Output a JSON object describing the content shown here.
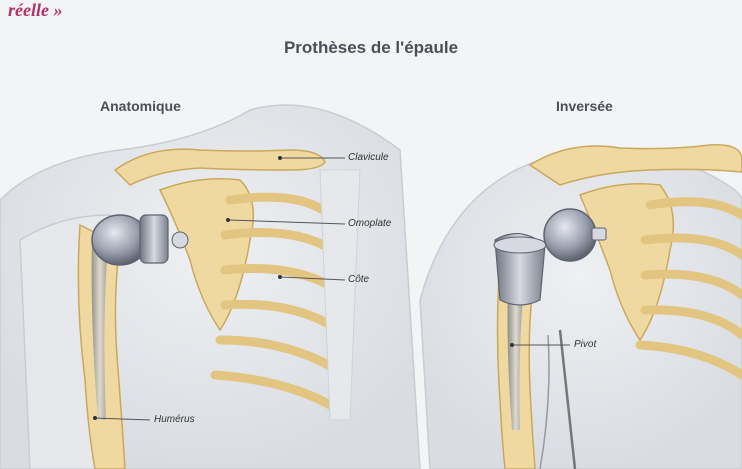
{
  "header_snippet": "réelle »",
  "title": "Prothèses de l'épaule",
  "panels": {
    "left": {
      "title": "Anatomique"
    },
    "right": {
      "title": "Inversée"
    }
  },
  "labels": {
    "clavicule": "Clavicule",
    "omoplate": "Omoplate",
    "cote": "Côte",
    "humerus": "Humérus",
    "pivot": "Pivot"
  },
  "colors": {
    "bone": "#f0d9a0",
    "bone_outline": "#c9a85c",
    "metal": "#a9adb8",
    "metal_dark": "#6f7480",
    "body": "#e3e5e9",
    "accent_header": "#b0306a",
    "leader": "#555555"
  }
}
